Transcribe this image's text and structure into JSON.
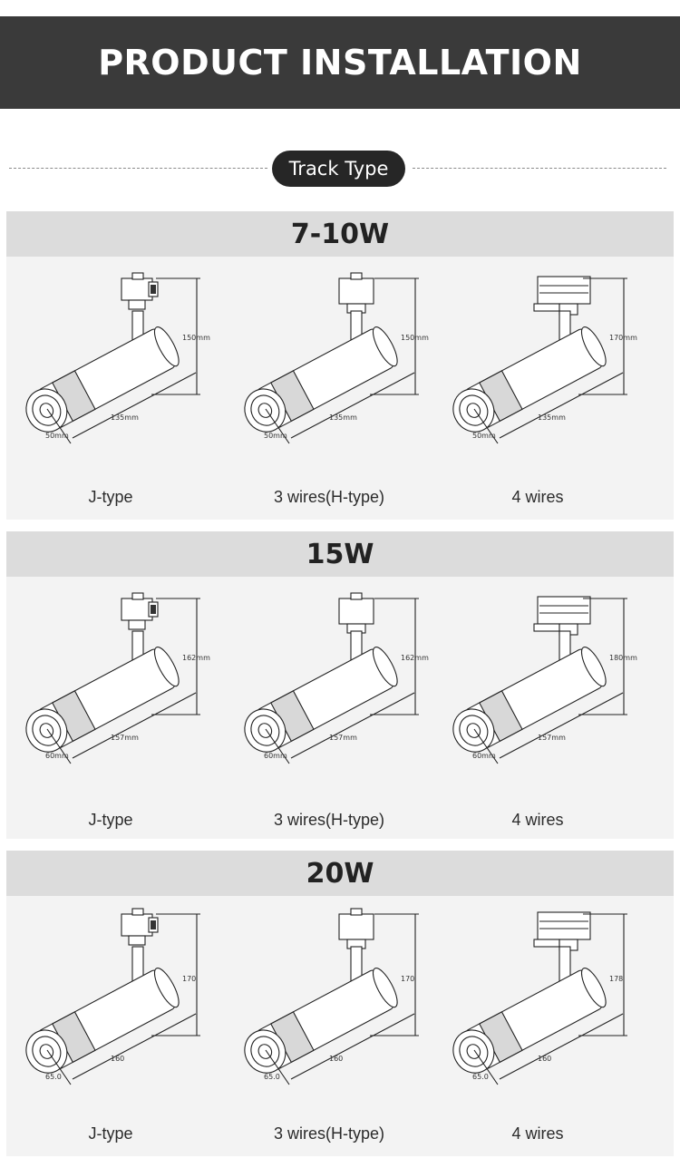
{
  "header": {
    "title": "PRODUCT INSTALLATION"
  },
  "subheader": {
    "label": "Track Type"
  },
  "sections": [
    {
      "title": "7-10W",
      "items": [
        {
          "caption": "J-type",
          "height": "150mm",
          "length": "135mm",
          "diameter": "50mm",
          "adapter": "j"
        },
        {
          "caption": "3 wires(H-type)",
          "height": "150mm",
          "length": "135mm",
          "diameter": "50mm",
          "adapter": "h"
        },
        {
          "caption": "4 wires",
          "height": "170mm",
          "length": "135mm",
          "diameter": "50mm",
          "adapter": "4"
        }
      ]
    },
    {
      "title": "15W",
      "items": [
        {
          "caption": "J-type",
          "height": "162mm",
          "length": "157mm",
          "diameter": "60mm",
          "adapter": "j"
        },
        {
          "caption": "3 wires(H-type)",
          "height": "162mm",
          "length": "157mm",
          "diameter": "60mm",
          "adapter": "h"
        },
        {
          "caption": "4 wires",
          "height": "180mm",
          "length": "157mm",
          "diameter": "60mm",
          "adapter": "4"
        }
      ]
    },
    {
      "title": "20W",
      "items": [
        {
          "caption": "J-type",
          "height": "170",
          "length": "160",
          "diameter": "65.0",
          "adapter": "j"
        },
        {
          "caption": "3 wires(H-type)",
          "height": "170",
          "length": "160",
          "diameter": "65.0",
          "adapter": "h"
        },
        {
          "caption": "4 wires",
          "height": "178",
          "length": "160",
          "diameter": "65.0",
          "adapter": "4"
        }
      ]
    }
  ]
}
